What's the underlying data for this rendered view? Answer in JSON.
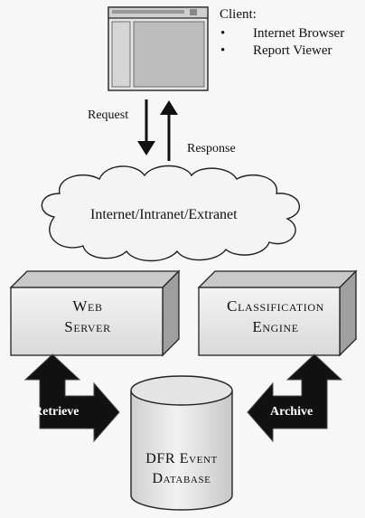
{
  "client": {
    "title": "Client:",
    "items": [
      "Internet Browser",
      "Report Viewer"
    ]
  },
  "arrows": {
    "request": "Request",
    "response": "Response",
    "retrieve": "Retrieve",
    "archive": "Archive"
  },
  "network": {
    "label": "Internet/Intranet/Extranet"
  },
  "web_server": {
    "line1": "Web",
    "line2": "Server"
  },
  "classification_engine": {
    "line1": "Classification",
    "line2": "Engine"
  },
  "database": {
    "line1": "DFR Event",
    "line2": "Database"
  }
}
